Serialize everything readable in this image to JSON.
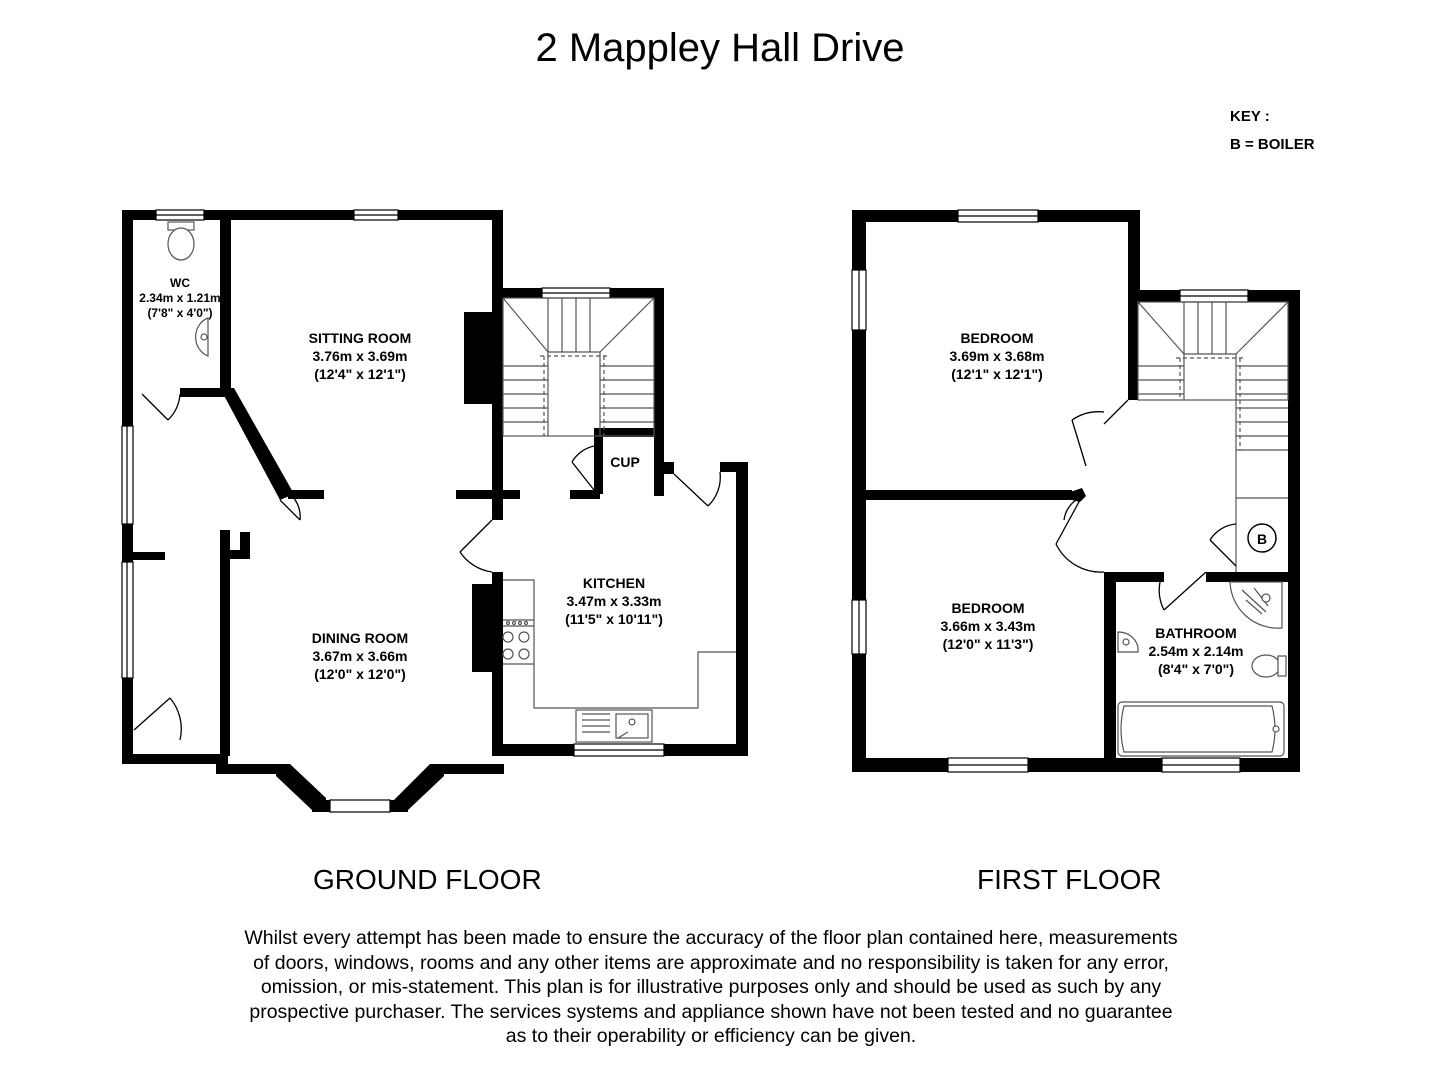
{
  "title": "2 Mappley Hall Drive",
  "key": {
    "heading": "KEY :",
    "entries": [
      "B = BOILER"
    ],
    "boiler_symbol": "B"
  },
  "floors": {
    "ground": {
      "label": "GROUND FLOOR",
      "rooms": {
        "wc": {
          "name": "WC",
          "metric": "2.34m x 1.21m",
          "imperial": "(7'8\" x 4'0\")"
        },
        "sitting": {
          "name": "SITTING ROOM",
          "metric": "3.76m x 3.69m",
          "imperial": "(12'4\" x 12'1\")"
        },
        "dining": {
          "name": "DINING ROOM",
          "metric": "3.67m x 3.66m",
          "imperial": "(12'0\" x 12'0\")"
        },
        "kitchen": {
          "name": "KITCHEN",
          "metric": "3.47m x 3.33m",
          "imperial": "(11'5\" x 10'11\")"
        },
        "cupboard": {
          "name": "CUP"
        }
      }
    },
    "first": {
      "label": "FIRST FLOOR",
      "rooms": {
        "bedroom1": {
          "name": "BEDROOM",
          "metric": "3.69m x 3.68m",
          "imperial": "(12'1\" x 12'1\")"
        },
        "bedroom2": {
          "name": "BEDROOM",
          "metric": "3.66m x 3.43m",
          "imperial": "(12'0\" x 11'3\")"
        },
        "bathroom": {
          "name": "BATHROOM",
          "metric": "2.54m x 2.14m",
          "imperial": "(8'4\" x 7'0\")"
        }
      }
    }
  },
  "disclaimer": [
    "Whilst every attempt has been made to ensure the accuracy of the floor plan contained here, measurements",
    "of doors, windows, rooms and any other items are approximate and no responsibility is taken for any error,",
    "omission, or mis-statement. This plan is for illustrative purposes only and should be used as such by any",
    "prospective purchaser. The services systems and appliance shown have not been tested and no guarantee",
    "as to their operability or efficiency can be given."
  ],
  "colors": {
    "wall": "#000000",
    "line": "#555555",
    "background": "#ffffff"
  }
}
